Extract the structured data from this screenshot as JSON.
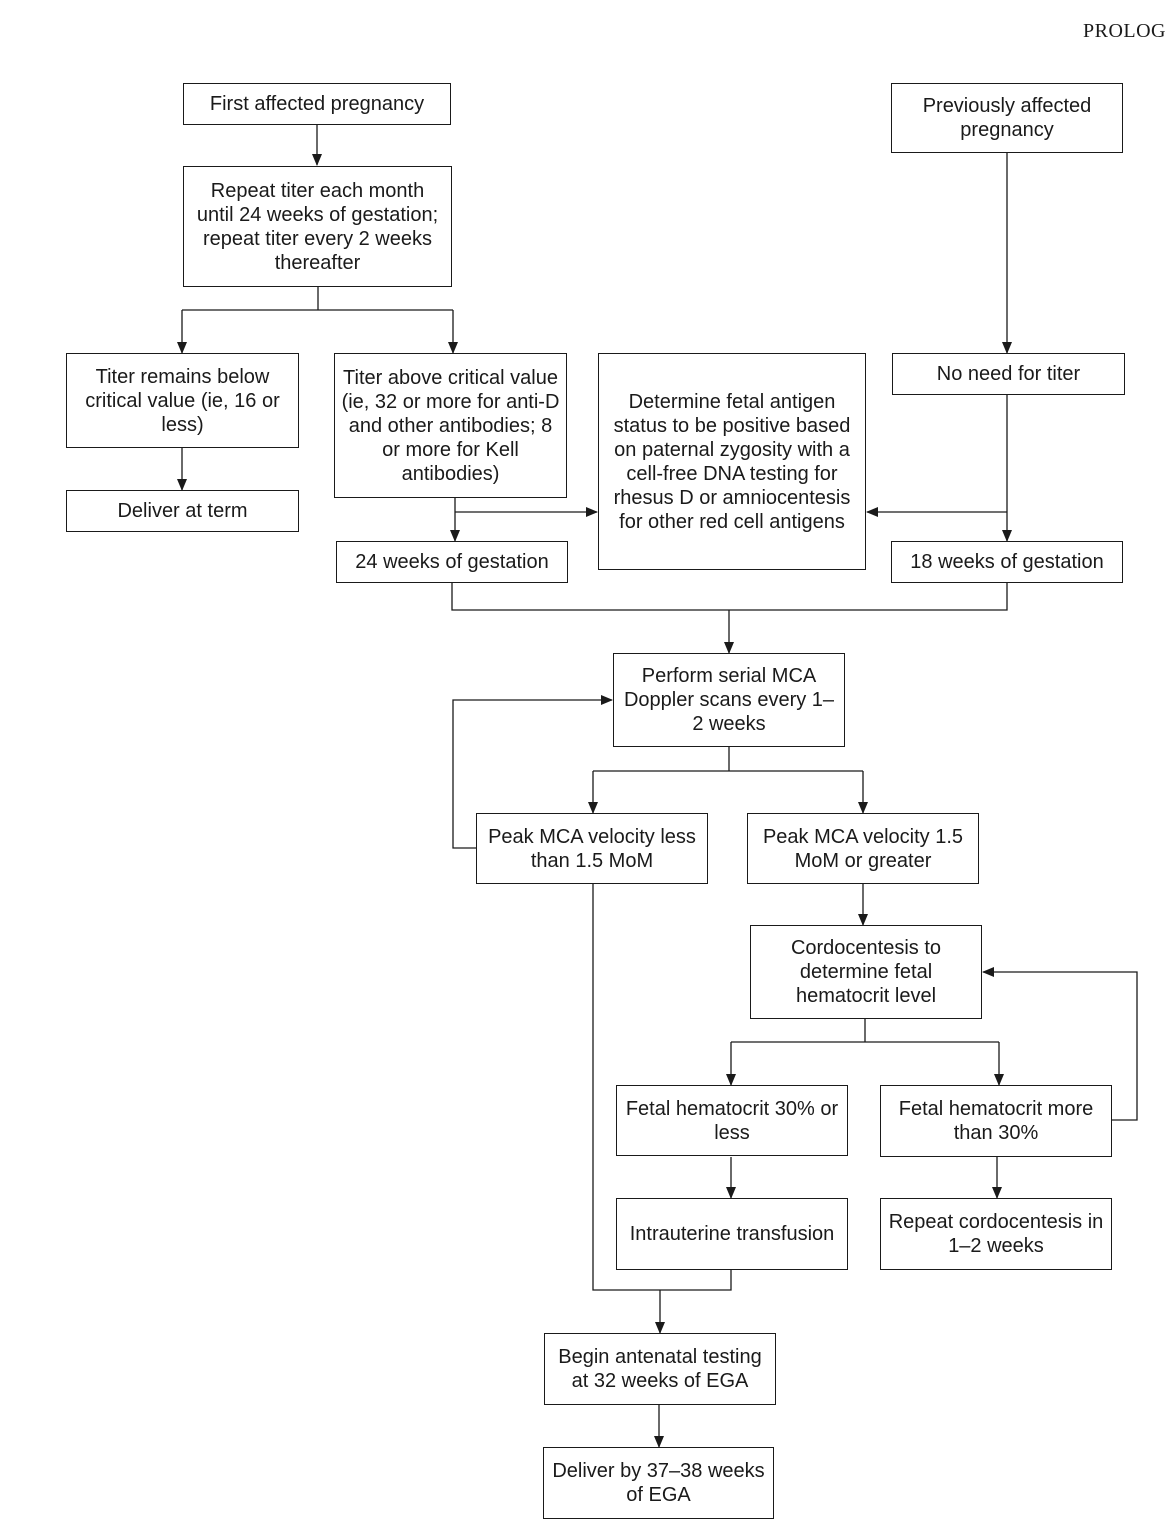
{
  "header": {
    "text": "PROLOG"
  },
  "nodes": {
    "first_affected": "First affected pregnancy",
    "repeat_titer": "Repeat titer each month until 24 weeks of gestation; repeat titer every 2 weeks thereafter",
    "previously_affected": "Previously affected pregnancy",
    "titer_below": "Titer remains below critical value (ie, 16 or less)",
    "titer_above": "Titer above critical value (ie, 32 or more for anti-D and other antibodies; 8 or more for Kell antibodies)",
    "determine_antigen": "Determine fetal antigen status to be positive based on paternal zygosity with a cell-free DNA testing for rhesus D or amniocentesis for other red cell antigens",
    "no_need_titer": "No need for titer",
    "deliver_term": "Deliver at term",
    "weeks24": "24 weeks of gestation",
    "weeks18": "18 weeks of gestation",
    "serial_mca": "Perform serial MCA Doppler scans every 1–2 weeks",
    "peak_less": "Peak MCA velocity less than 1.5 MoM",
    "peak_greater": "Peak MCA velocity 1.5 MoM or greater",
    "cordocentesis": "Cordocentesis to determine fetal hematocrit level",
    "hct_less": "Fetal hematocrit 30% or less",
    "hct_more": "Fetal hematocrit more than 30%",
    "transfusion": "Intrauterine transfusion",
    "repeat_cordo": "Repeat cordocentesis in 1–2 weeks",
    "antenatal": "Begin antenatal testing at 32 weeks of EGA",
    "deliver_3738": "Deliver by 37–38 weeks of EGA"
  }
}
